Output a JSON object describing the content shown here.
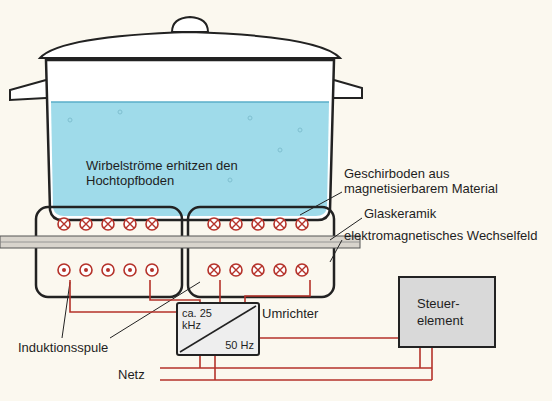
{
  "diagram": {
    "nodes": [
      {
        "text": [
          "Umrichter",
          "ca. 25 kHz",
          "50 Hz"
        ]
      },
      {
        "text": [
          "Steuer- element"
        ]
      }
    ],
    "edges": [
      {
        "from": 0,
        "to": 1,
        "arrow": "none"
      }
    ],
    "labels": [
      "Wirbelströme erhitzen den Hochtopfboden",
      "Geschirboden aus magnetisierbarem Material",
      "Glaskeramik",
      "elektromagnetisches Wechselfeld",
      "Induktionsspule",
      "Netz"
    ]
  }
}
